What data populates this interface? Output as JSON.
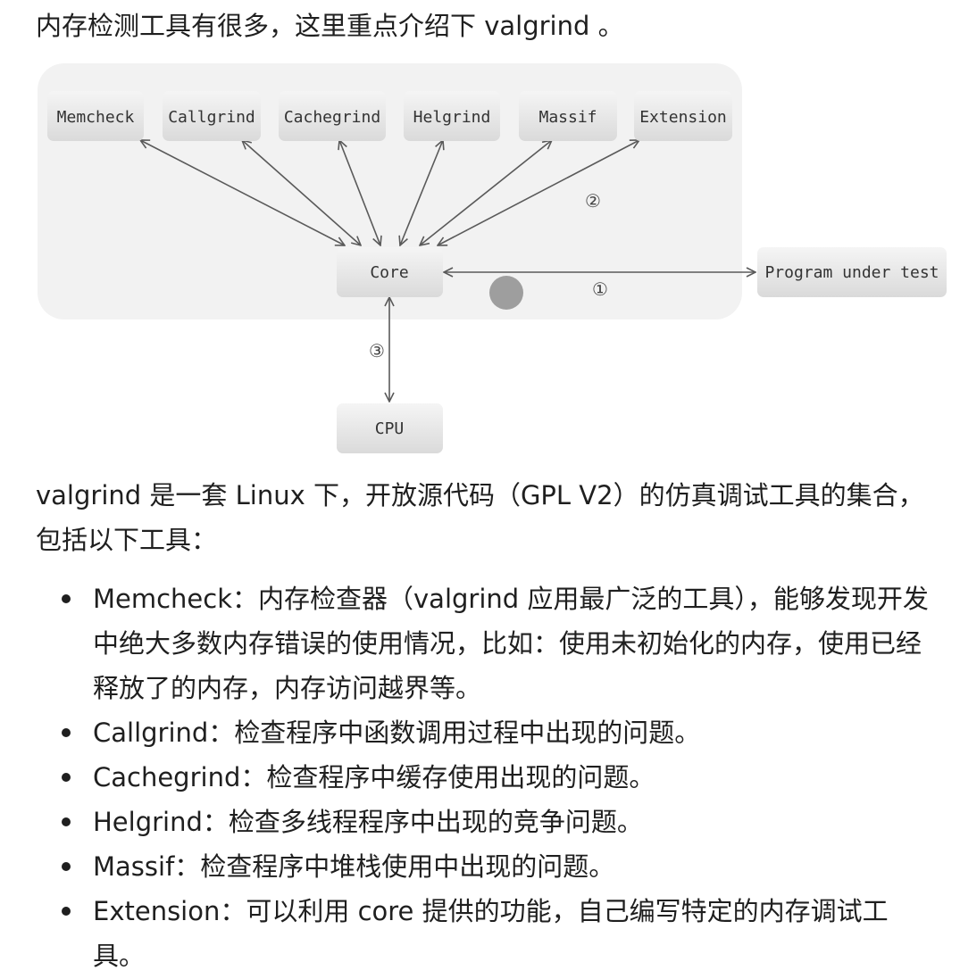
{
  "intro_text": "内存检测工具有很多，这里重点介绍下 valgrind 。",
  "diagram": {
    "tools": [
      "Memcheck",
      "Callgrind",
      "Cachegrind",
      "Helgrind",
      "Massif",
      "Extension"
    ],
    "core_label": "Core",
    "program_label": "Program under test",
    "cpu_label": "CPU",
    "marker_1": "①",
    "marker_2": "②",
    "marker_3": "③",
    "colors": {
      "panel": "#f2f2f2",
      "box_top": "#f4f4f4",
      "box_bottom": "#dcdcdc",
      "arrow": "#5a5a5a",
      "dot": "#9e9e9e"
    }
  },
  "description": "valgrind 是一套 Linux 下，开放源代码（GPL V2）的仿真调试工具的集合，包括以下工具：",
  "list_items": [
    "Memcheck：内存检查器（valgrind 应用最广泛的工具），能够发现开发中绝大多数内存错误的使用情况，比如：使用未初始化的内存，使用已经释放了的内存，内存访问越界等。",
    "Callgrind：检查程序中函数调用过程中出现的问题。",
    "Cachegrind：检查程序中缓存使用出现的问题。",
    "Helgrind：检查多线程程序中出现的竞争问题。",
    "Massif：检查程序中堆栈使用中出现的问题。",
    "Extension：可以利用 core 提供的功能，自己编写特定的内存调试工具。"
  ]
}
